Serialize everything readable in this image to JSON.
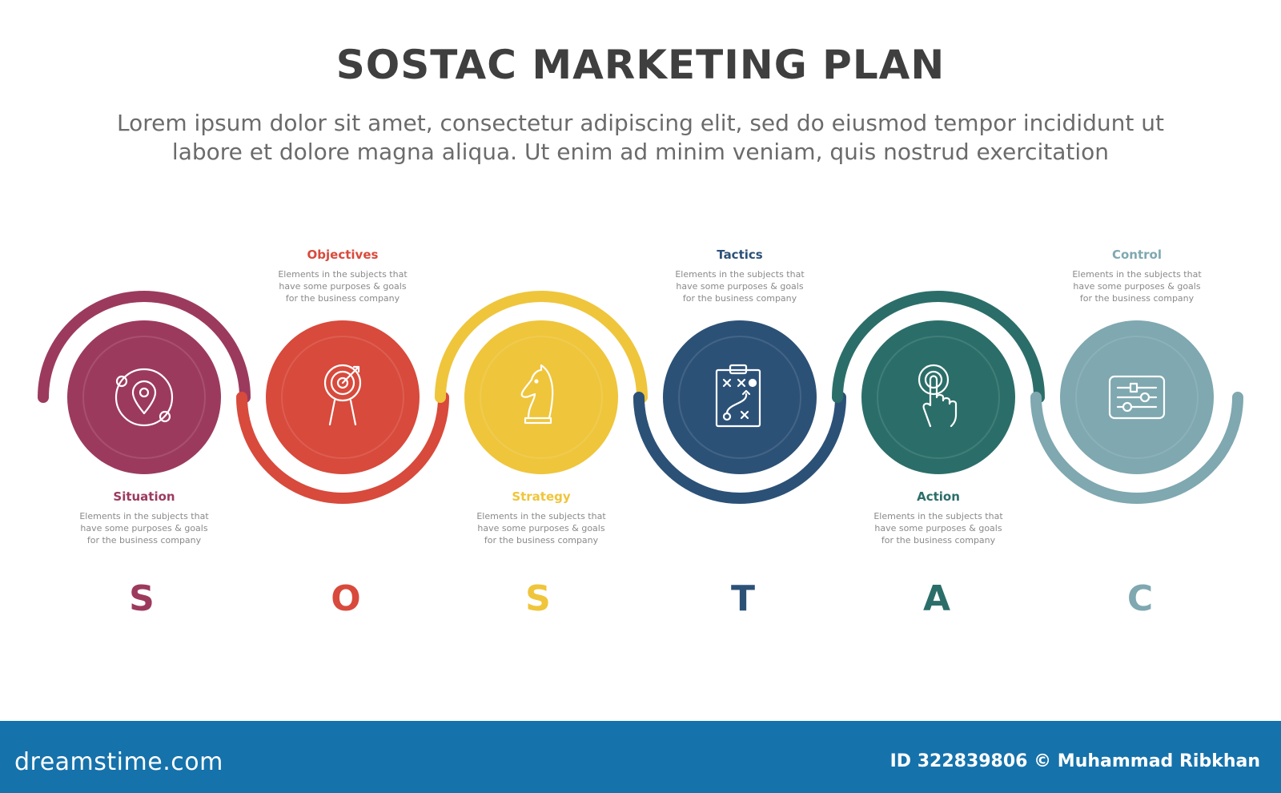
{
  "header": {
    "title": "SOSTAC MARKETING PLAN",
    "subtitle_line1": "Lorem ipsum dolor sit amet, consectetur adipiscing elit, sed do eiusmod tempor incididunt ut",
    "subtitle_line2": "labore et dolore magna aliqua. Ut enim ad minim veniam, quis nostrud exercitation"
  },
  "steps": [
    {
      "letter": "S",
      "title": "Situation",
      "desc": "Elements in the subjects that\nhave  some purposes & goals\nfor the  business company",
      "color": "#9c3a5e",
      "icon": "location-orbit-icon"
    },
    {
      "letter": "O",
      "title": "Objectives",
      "desc": "Elements in the subjects that\nhave  some purposes & goals\nfor the  business company",
      "color": "#d84a3c",
      "icon": "target-icon"
    },
    {
      "letter": "S",
      "title": "Strategy",
      "desc": "Elements in the subjects that\nhave  some purposes & goals\nfor the  business company",
      "color": "#efc53b",
      "icon": "chess-knight-icon"
    },
    {
      "letter": "T",
      "title": "Tactics",
      "desc": "Elements in the subjects that\nhave  some purposes & goals\nfor the  business company",
      "color": "#2c5177",
      "icon": "tactics-clipboard-icon"
    },
    {
      "letter": "A",
      "title": "Action",
      "desc": "Elements in the subjects that\nhave  some purposes & goals\nfor the  business company",
      "color": "#2b6e69",
      "icon": "touch-hand-icon"
    },
    {
      "letter": "C",
      "title": "Control",
      "desc": "Elements in the subjects that\nhave  some purposes & goals\nfor the  business company",
      "color": "#7fa8b0",
      "icon": "sliders-icon"
    }
  ],
  "footer": {
    "brand": "dreamstime.com",
    "credit": "ID 322839806 © Muhammad Ribkhan"
  }
}
